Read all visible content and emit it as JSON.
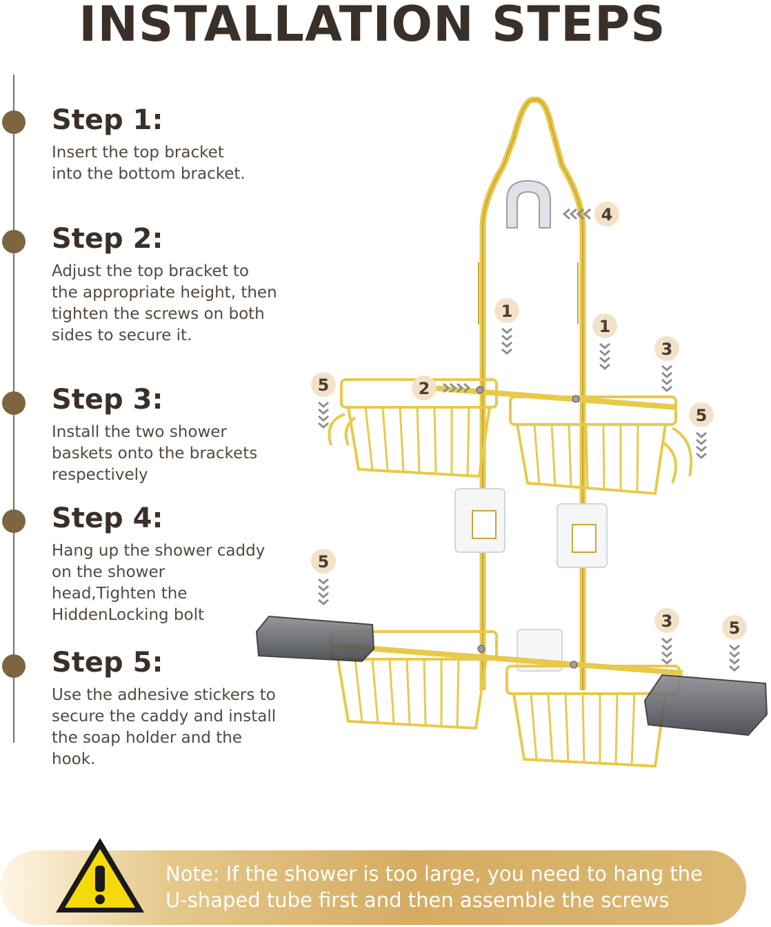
{
  "page": {
    "title": "INSTALLATION STEPS"
  },
  "steps": [
    {
      "heading": "Step 1:",
      "text": "Insert the top bracket into the bottom bracket."
    },
    {
      "heading": "Step 2:",
      "text": "Adjust the top bracket to the appropriate height, then tighten the screws on both sides to secure it."
    },
    {
      "heading": "Step 3:",
      "text": "Install the two shower baskets onto the brackets respectively"
    },
    {
      "heading": "Step 4:",
      "text": "Hang up the shower caddy on the shower head,Tighten the HiddenLocking bolt"
    },
    {
      "heading": "Step 5:",
      "text": "Use the adhesive stickers to secure the caddy and install the soap holder and the hook."
    }
  ],
  "markers": [
    "4",
    "1",
    "1",
    "2",
    "3",
    "5",
    "5",
    "5",
    "3",
    "5"
  ],
  "note": {
    "line1": "Note: If the shower is too large, you need to hang the",
    "line2": "U-shaped tube first and then assemble the screws",
    "icon": "warning-icon"
  },
  "colors": {
    "title": "#3b3028",
    "timeline_dot": "#7d6540",
    "caddy_gold": "#e8c94a",
    "note_gold": "#d6ac62",
    "warning_yellow": "#f5d90a"
  }
}
